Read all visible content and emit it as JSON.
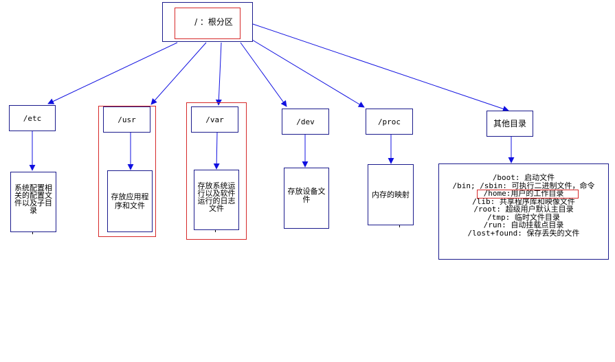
{
  "root": {
    "label": "/ ：根分区"
  },
  "dirs": [
    {
      "id": "etc",
      "label": "/etc",
      "desc": "系统配置相关的配置文件以及子目录"
    },
    {
      "id": "usr",
      "label": "/usr",
      "desc": "存放应用程序和文件"
    },
    {
      "id": "var",
      "label": "/var",
      "desc": "存放系统运行以及软件运行的日志文件"
    },
    {
      "id": "dev",
      "label": "/dev",
      "desc": "存放设备文件"
    },
    {
      "id": "proc",
      "label": "/proc",
      "desc": "内存的映射"
    }
  ],
  "other": {
    "label": "其他目录",
    "items": [
      "/boot: 启动文件",
      "/bin; /sbin: 可执行二进制文件，命令",
      "/home:用户的工作目录",
      "/lib: 共享程序库和映像文件",
      "/root: 超级用户默认主目录",
      "/tmp: 临时文件目录",
      "/run: 自动挂载点目录",
      "/lost+found: 保存丢失的文件"
    ]
  },
  "colors": {
    "arrow": "#1010e0",
    "border": "#1a1a8c",
    "highlight": "#d62828"
  }
}
